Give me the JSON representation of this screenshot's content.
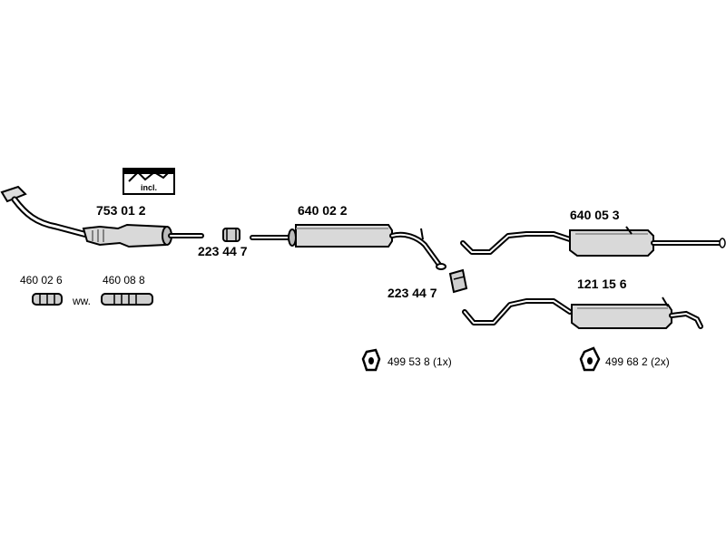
{
  "parts": {
    "catalytic_converter": "753 01 2",
    "clamp_front": "223 44 7",
    "middle_silencer": "640 02 2",
    "clamp_rear": "223 44 7",
    "rear_silencer_a": "640 05 3",
    "rear_silencer_b": "121 15 6",
    "flex_pipe_a": "460 02 6",
    "flex_pipe_b": "460 08 8",
    "rubber_mount_a": "499 53 8 (1x)",
    "rubber_mount_b": "499 68 2 (2x)"
  },
  "kit_label": "incl.",
  "alternative_label": "ww."
}
